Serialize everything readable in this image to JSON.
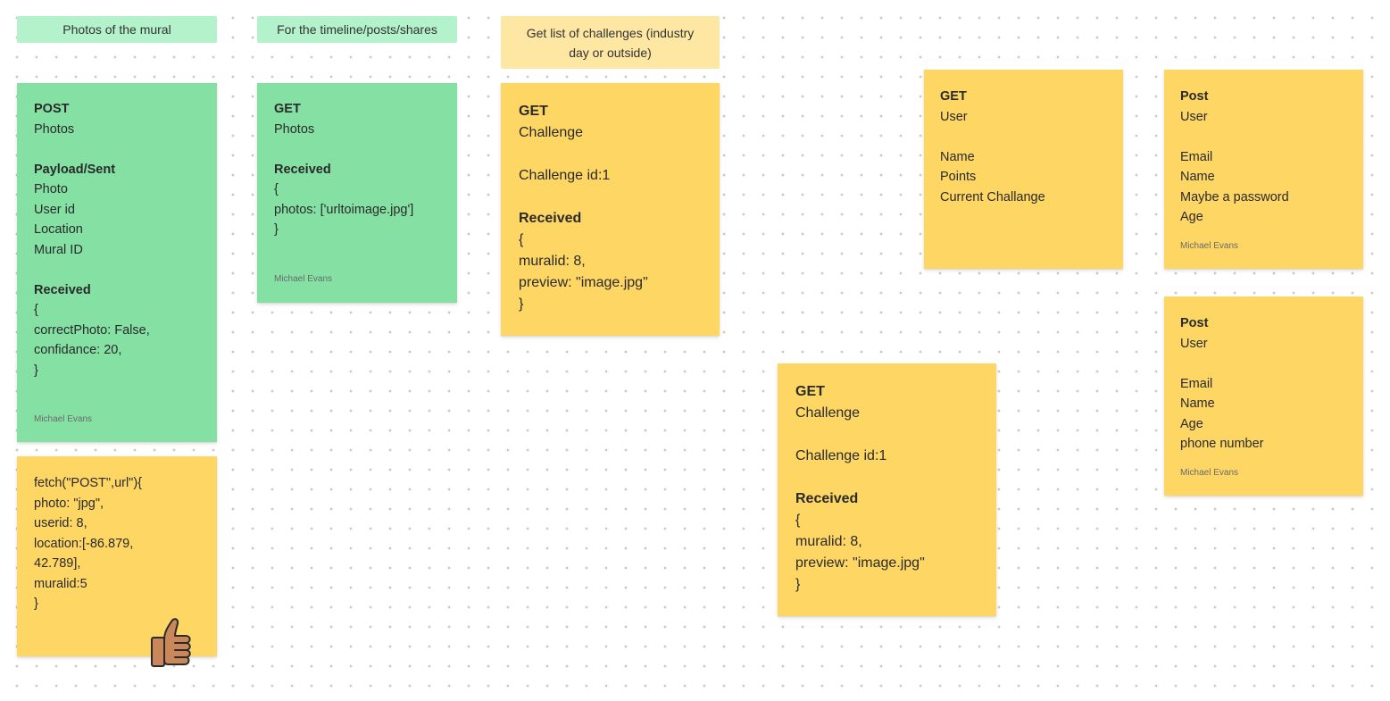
{
  "labels": {
    "photos": "Photos of the mural",
    "timeline": "For the timeline/posts/shares",
    "challenges_line1": "Get list of challenges (industry",
    "challenges_line2": "day or outside)"
  },
  "author": "Michael Evans",
  "colors": {
    "sticky_green": "#85e0a3",
    "sticky_yellow": "#fdd663",
    "label_green": "#b3f2cb",
    "label_yellow": "#fde7a3"
  },
  "notes": {
    "post_photos": [
      "POST",
      "Photos",
      "",
      "Payload/Sent",
      "Photo",
      "User id",
      "Location",
      "Mural ID",
      "",
      "Received",
      "{",
      "correctPhoto: False,",
      "confidance: 20,",
      "}"
    ],
    "get_photos": [
      "GET",
      "Photos",
      "",
      "Received",
      "{",
      "photos: ['urltoimage.jpg']",
      "}"
    ],
    "fetch_code": [
      "fetch(\"POST\",url\"){",
      "photo: \"jpg\",",
      "userid: 8,",
      "location:[-86.879,",
      "42.789],",
      "muralid:5",
      "}"
    ],
    "get_challenge_1": [
      "GET",
      "Challenge",
      "",
      "Challenge id:1",
      "",
      "Received",
      "{",
      "muralid: 8,",
      "preview: \"image.jpg\"",
      "}"
    ],
    "get_challenge_2": [
      "GET",
      "Challenge",
      "",
      "Challenge id:1",
      "",
      "Received",
      "{",
      "muralid: 8,",
      "preview: \"image.jpg\"",
      "}"
    ],
    "get_user": [
      "GET",
      "User",
      "",
      "Name",
      "Points",
      "Current Challange"
    ],
    "post_user_1": [
      "Post",
      "User",
      "",
      "Email",
      "Name",
      "Maybe a password",
      "Age"
    ],
    "post_user_2": [
      "Post",
      "User",
      "",
      "Email",
      "Name",
      "Age",
      "phone number"
    ]
  },
  "reaction": "thumbs-up"
}
